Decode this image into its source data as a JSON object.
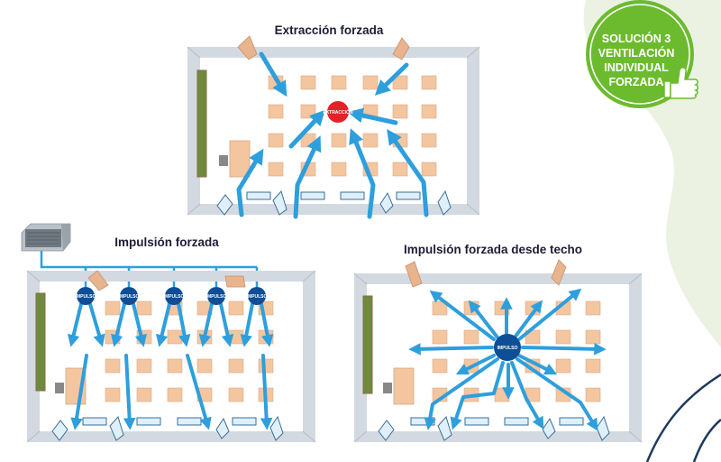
{
  "panels": [
    {
      "title": "Extracción forzada",
      "device_label": "EXTRACCIÓN"
    },
    {
      "title": "Impulsión forzada",
      "device_label": "IMPULSO"
    },
    {
      "title": "Impulsión forzada desde techo",
      "device_label": "IMPULSO"
    }
  ],
  "badge": {
    "lines": [
      "SOLUCIÓN 3",
      "VENTILACIÓN",
      "INDIVIDUAL",
      "FORZADA"
    ],
    "icon": "thumbs-up-icon"
  },
  "colors": {
    "arrow": "#2e9fdc",
    "duct": "#2e9fdc",
    "extractor": "#e32128",
    "impulse": "#0d4e96",
    "badge": "#6cbb2f",
    "desk": "#f3c6a0",
    "chalkboard": "#6e8a3d",
    "wall": "#d3d9e0",
    "door": "#e8b48e"
  }
}
